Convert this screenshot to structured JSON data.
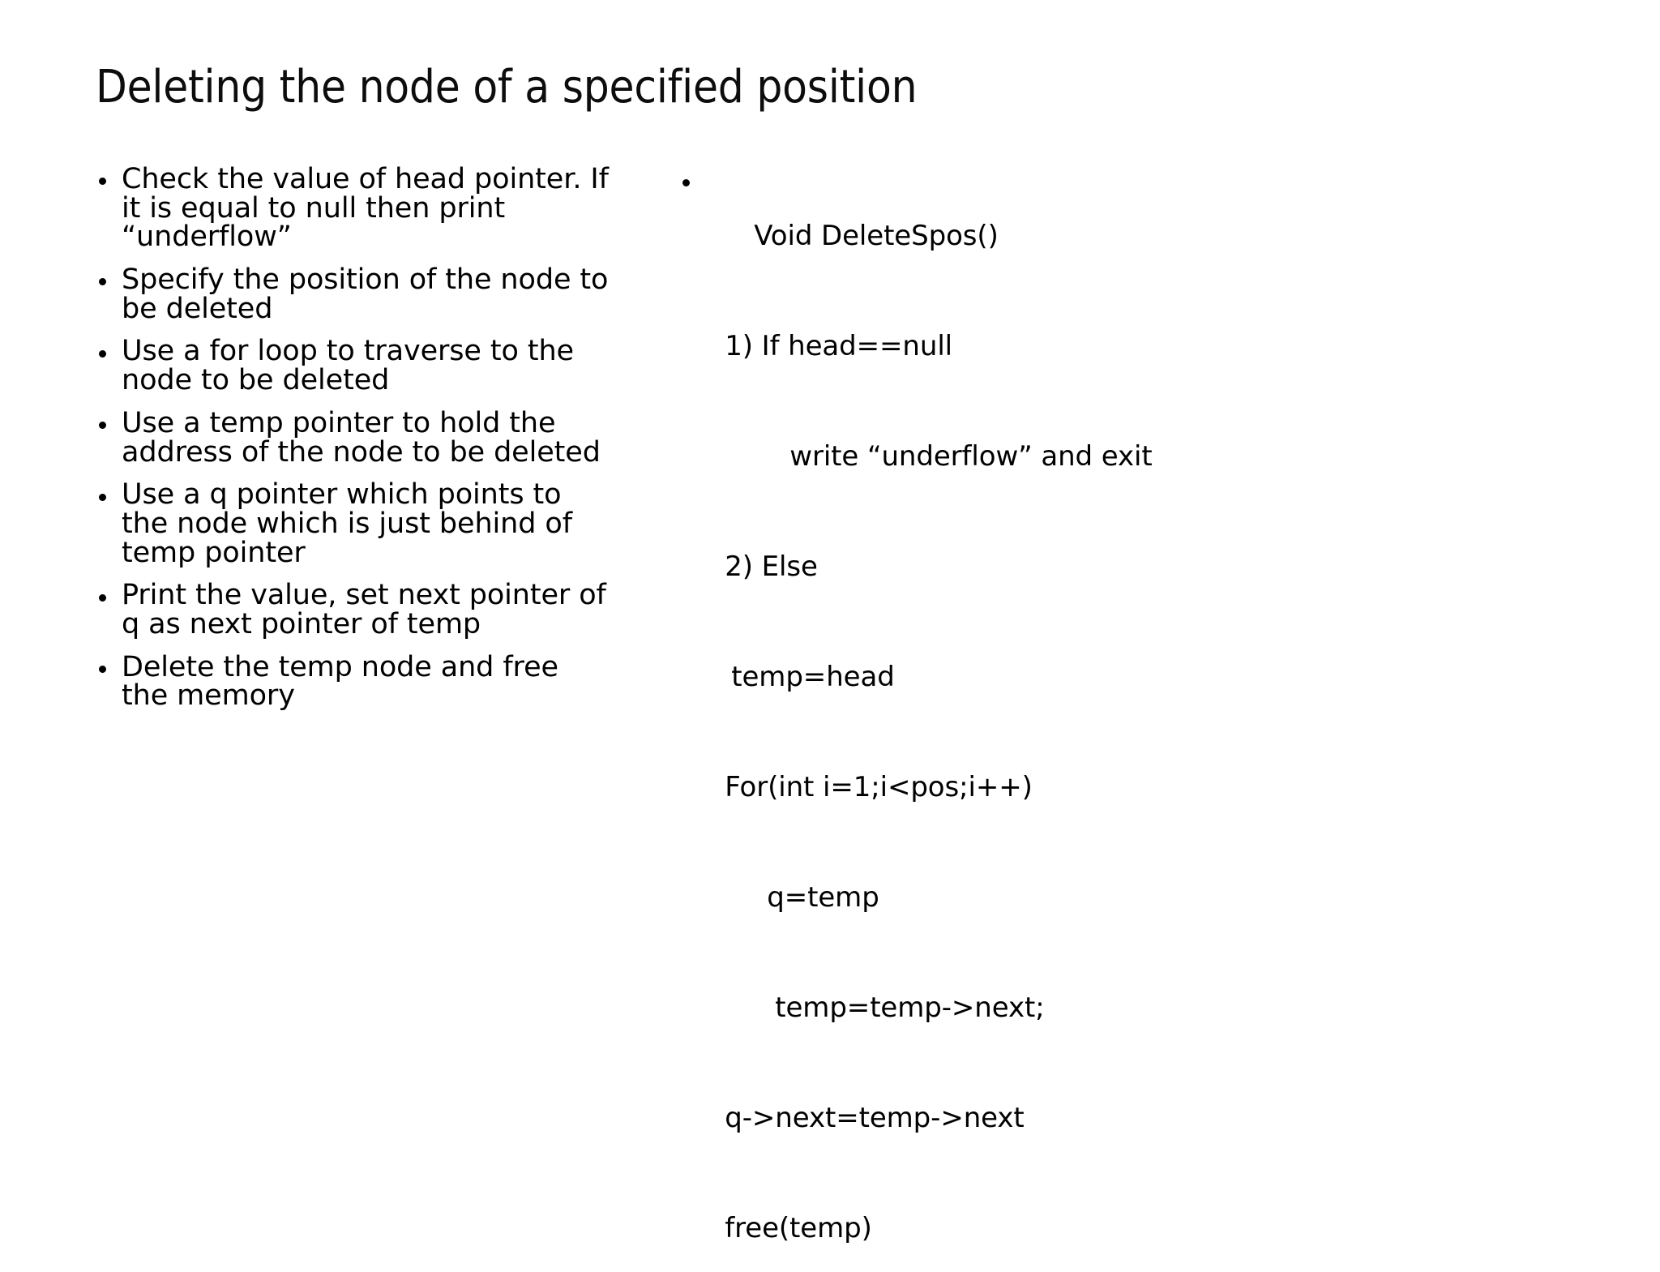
{
  "slide": {
    "title": "Deleting the node of a specified position",
    "left_column": {
      "bullets": [
        "Check the value of head pointer. If it is equal to null then print “underflow”",
        "Specify the position of the node to be deleted",
        "Use a  for loop to traverse to the node to be deleted",
        "Use a temp pointer to hold the address of the node to be deleted",
        "Use a q pointer which points to the node which is just behind of temp pointer",
        "Print the value, set next pointer of q as next pointer of temp",
        "Delete the temp node and free the memory"
      ]
    },
    "right_column": {
      "lines": [
        "Void DeleteSpos()",
        "1) If head==null",
        "write “underflow” and exit",
        "2) Else",
        "temp=head",
        "For(int i=1;i<pos;i++)",
        "q=temp",
        "temp=temp->next;",
        "q->next=temp->next",
        "free(temp)"
      ]
    }
  },
  "colors": {
    "background": "#ffffff",
    "text": "#000000",
    "title": "#0d0d0d"
  }
}
